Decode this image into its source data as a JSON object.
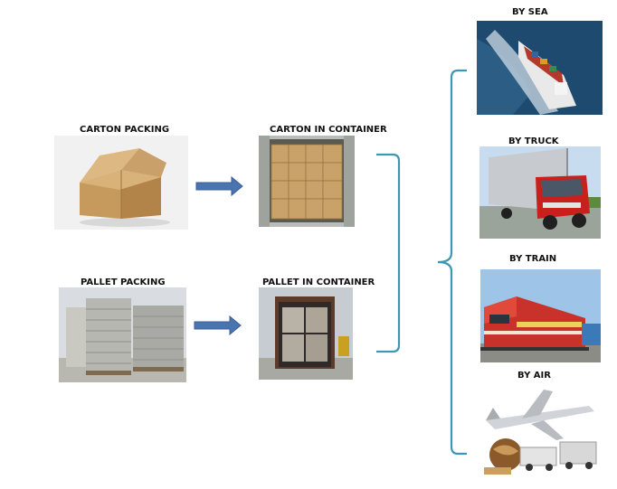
{
  "packing": {
    "carton": {
      "label": "CARTON PACKING",
      "image": "carton-box-image"
    },
    "pallet": {
      "label": "PALLET PACKING",
      "image": "pallet-stacks-image"
    }
  },
  "container": {
    "carton": {
      "label": "CARTON IN CONTAINER",
      "image": "container-cartons-image"
    },
    "pallet": {
      "label": "PALLET IN CONTAINER",
      "image": "container-pallets-image"
    }
  },
  "transport": [
    {
      "label": "BY SEA",
      "image": "cargo-ship-image"
    },
    {
      "label": "BY TRUCK",
      "image": "truck-image"
    },
    {
      "label": "BY TRAIN",
      "image": "train-image"
    },
    {
      "label": "BY AIR",
      "image": "airplane-image"
    }
  ],
  "colors": {
    "arrow": "#4a74b0",
    "bracket": "#3e96b2",
    "label": "#111111"
  }
}
